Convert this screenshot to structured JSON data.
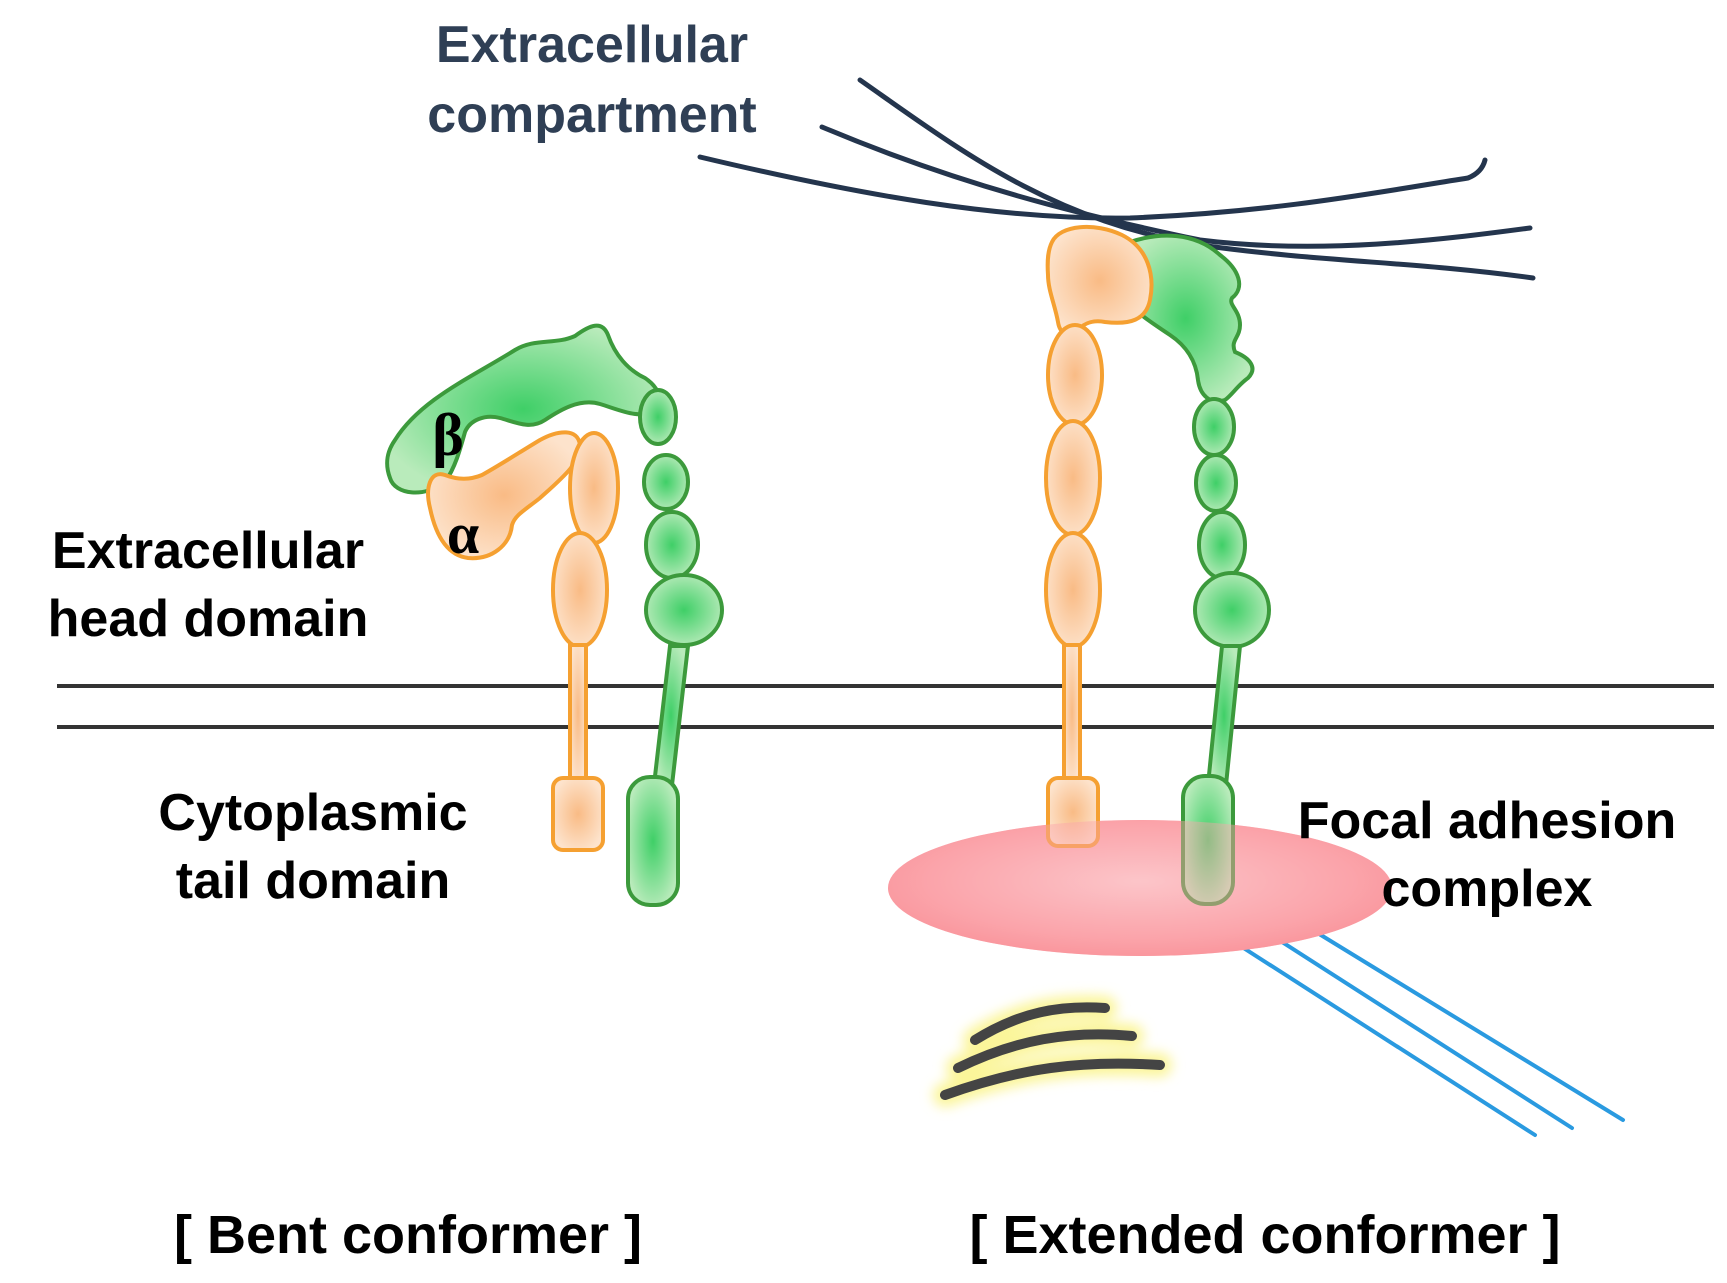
{
  "labels": {
    "extracellular_compartment_line1": "Extracellular",
    "extracellular_compartment_line2": "compartment",
    "head_domain_line1": "Extracellular",
    "head_domain_line2": "head domain",
    "tail_domain_line1": "Cytoplasmic",
    "tail_domain_line2": "tail domain",
    "focal_adhesion_line1": "Focal adhesion",
    "focal_adhesion_line2": "complex",
    "beta_subunit": "β",
    "alpha_subunit": "α",
    "bent_conformer": "[ Bent conformer ]",
    "extended_conformer": "[ Extended conformer ]"
  },
  "colors": {
    "alpha_fill": "#fcd3b0",
    "alpha_stroke": "#f5a031",
    "beta_fill": "#a8e0a8",
    "beta_stroke": "#3c9a3c",
    "membrane": "#333333",
    "ecm_fiber": "#24354d",
    "compartment_text": "#2f3f55",
    "focal_adhesion": "#fb9aa0",
    "actin_fiber": "#2a9ae0",
    "signal_arc": "#444444",
    "signal_glow": "#fbf59a"
  }
}
